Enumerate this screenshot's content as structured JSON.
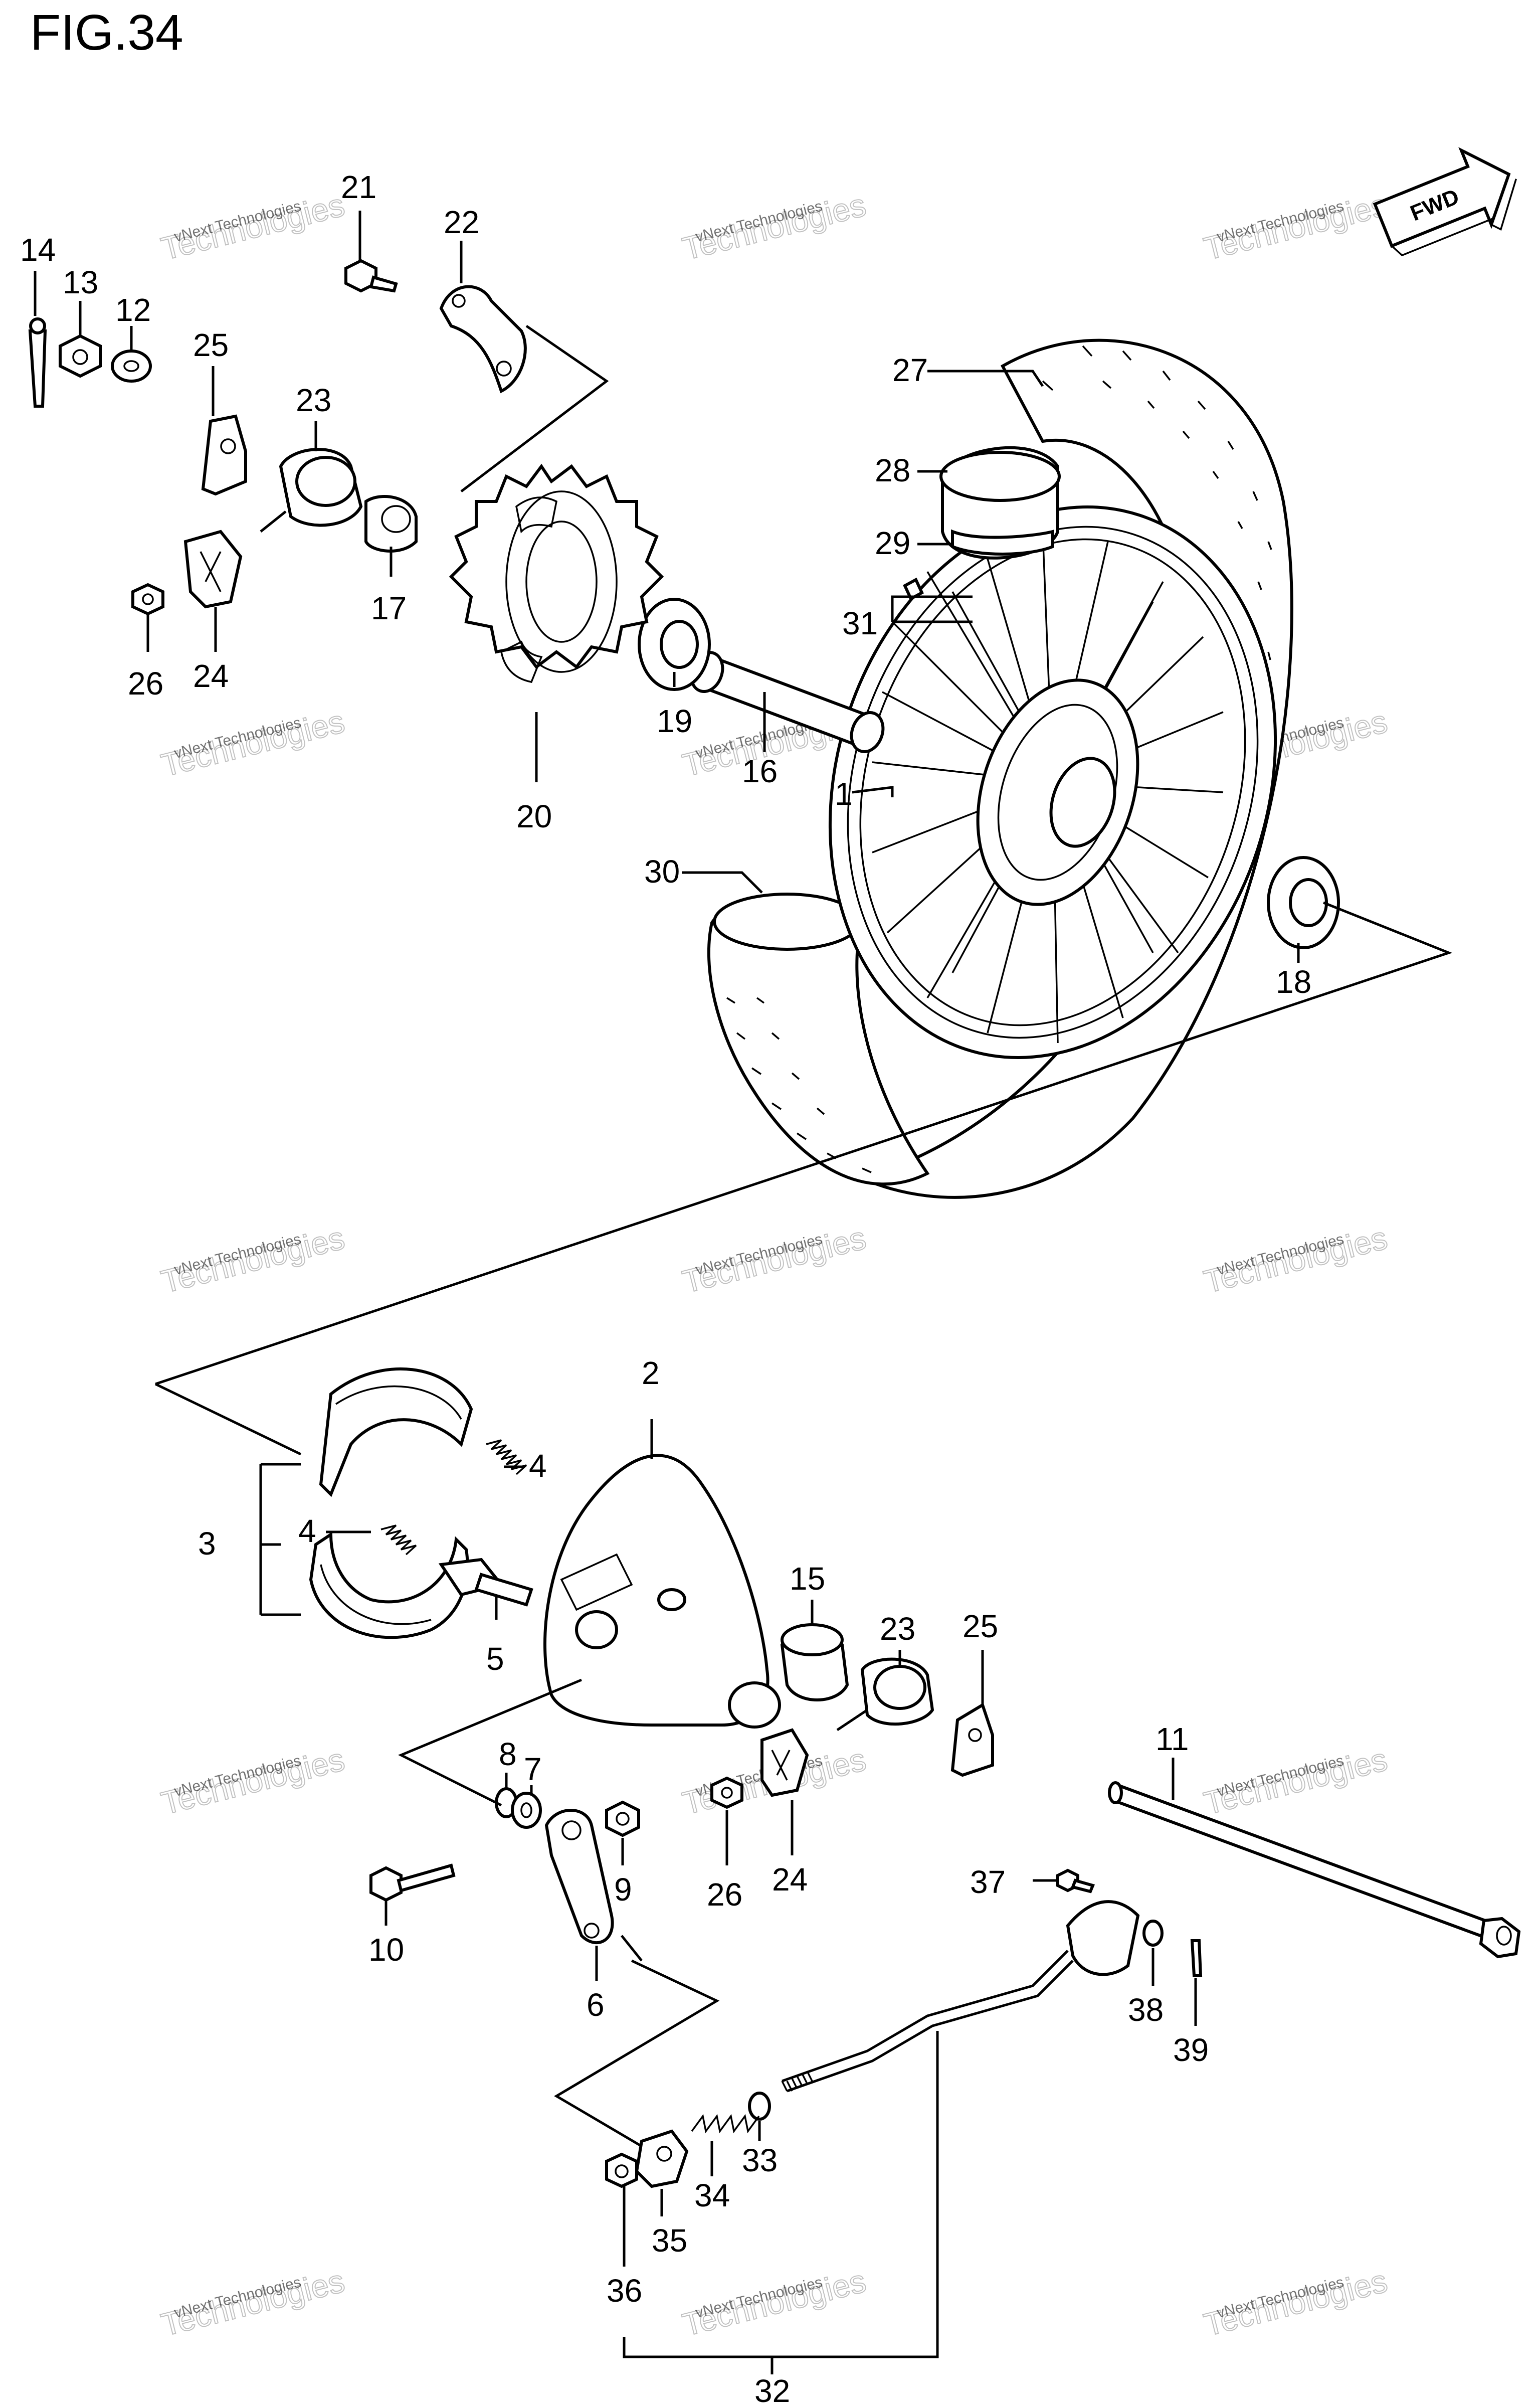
{
  "figure_title": "FIG.34",
  "fwd_label": "FWD",
  "watermark": {
    "line1": "vNext Technologies",
    "line2": "Technologies"
  },
  "callouts": {
    "c1": "1",
    "c2": "2",
    "c3": "3",
    "c4a": "4",
    "c4b": "4",
    "c5": "5",
    "c6": "6",
    "c7": "7",
    "c8": "8",
    "c9": "9",
    "c10": "10",
    "c11": "11",
    "c12": "12",
    "c13": "13",
    "c14": "14",
    "c15": "15",
    "c16": "16",
    "c17": "17",
    "c18": "18",
    "c19": "19",
    "c20": "20",
    "c21": "21",
    "c22": "22",
    "c23a": "23",
    "c23b": "23",
    "c24a": "24",
    "c24b": "24",
    "c25a": "25",
    "c25b": "25",
    "c26a": "26",
    "c26b": "26",
    "c27": "27",
    "c28": "28",
    "c29": "29",
    "c30": "30",
    "c31": "31",
    "c32": "32",
    "c33": "33",
    "c34": "34",
    "c35": "35",
    "c36": "36",
    "c37": "37",
    "c38": "38",
    "c39": "39"
  }
}
